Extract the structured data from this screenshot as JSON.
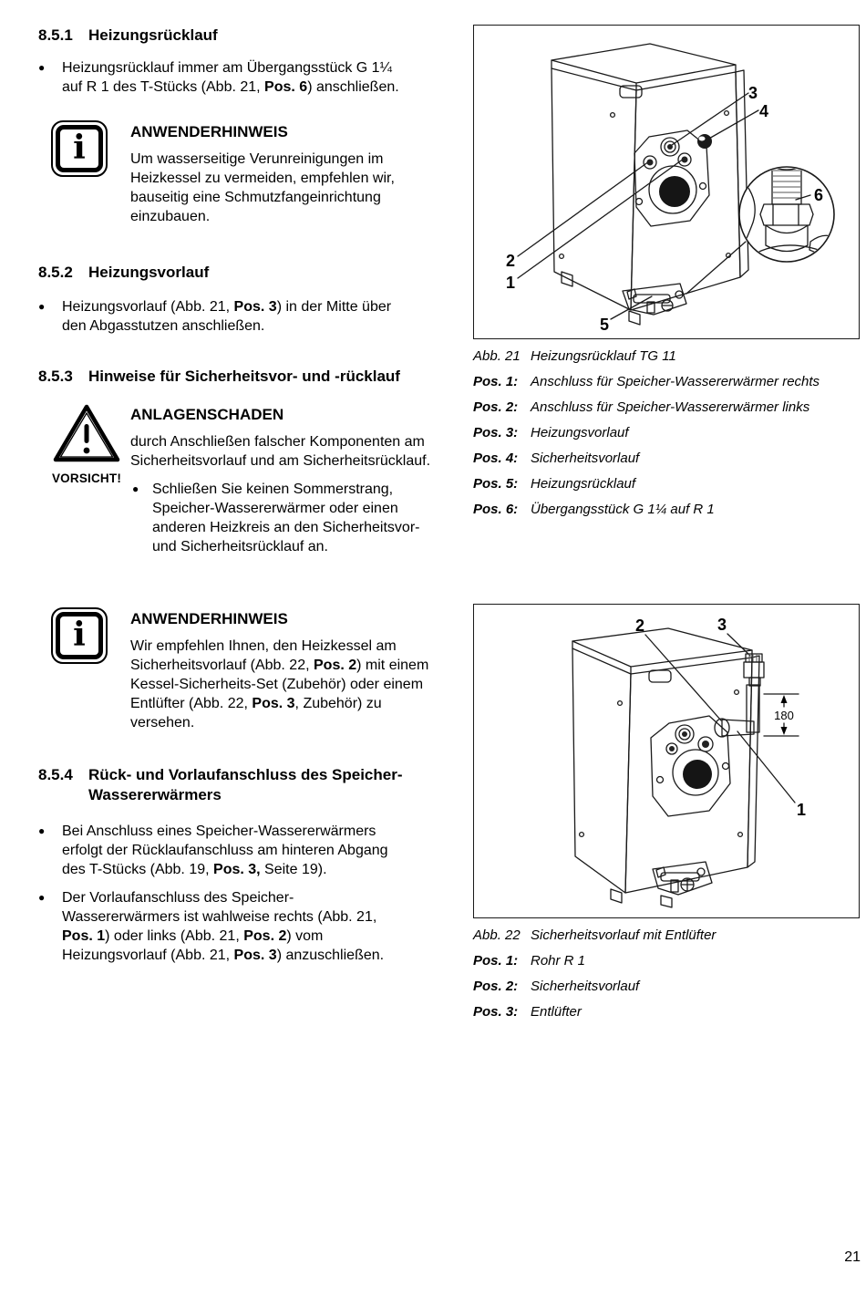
{
  "glyphs": {
    "bullet": "●",
    "info_i": "i"
  },
  "page": {
    "number": "21"
  },
  "sections": {
    "s851": {
      "num": "8.5.1",
      "title": "Heizungsrücklauf",
      "bullet": {
        "t1": "Heizungsrücklauf immer am Übergangsstück G 1¼ auf R 1 des T-Stücks (Abb. 21, ",
        "b1": "Pos. 6",
        "t2": ") anschließen."
      },
      "hint": {
        "title": "ANWENDERHINWEIS",
        "body": "Um wasserseitige Verunreinigungen im Heizkessel zu vermeiden, empfehlen wir, bauseitig eine Schmutzfangeinrichtung einzubauen."
      }
    },
    "s852": {
      "num": "8.5.2",
      "title": "Heizungsvorlauf",
      "bullet": {
        "t1": "Heizungsvorlauf (Abb. 21, ",
        "b1": "Pos. 3",
        "t2": ") in der Mitte über den Abgasstutzen anschließen."
      }
    },
    "s853": {
      "num": "8.5.3",
      "title": "Hinweise für Sicherheitsvor- und -rücklauf",
      "warning": {
        "label": "VORSICHT!",
        "title": "ANLAGENSCHADEN",
        "body": "durch Anschließen falscher Komponenten am Sicherheitsvorlauf und am Sicherheitsrücklauf.",
        "bullet": "Schließen Sie keinen Sommerstrang, Speicher-Wassererwärmer oder einen anderen Heizkreis an den Sicherheitsvor- und Sicherheitsrücklauf an."
      },
      "hint": {
        "title": "ANWENDERHINWEIS",
        "t1": "Wir empfehlen Ihnen, den Heizkessel am Sicherheitsvorlauf (Abb. 22, ",
        "b1": "Pos. 2",
        "t2": ") mit einem Kessel-Sicherheits-Set (Zubehör) oder einem Entlüfter (Abb. 22, ",
        "b2": "Pos. 3",
        "t3": ", Zubehör) zu versehen."
      }
    },
    "s854": {
      "num": "8.5.4",
      "title": "Rück- und Vorlaufanschluss des Speicher-Wassererwärmers",
      "bullet1": {
        "t1": "Bei Anschluss eines Speicher-Wassererwärmers erfolgt der Rücklaufanschluss am hinteren Abgang des T-Stücks (Abb. 19, ",
        "b1": "Pos. 3,",
        "t2": " Seite 19)."
      },
      "bullet2": {
        "t1": "Der Vorlaufanschluss des Speicher-Wassererwärmers ist wahlweise rechts (Abb. 21, ",
        "b1": "Pos. 1",
        "t2": ") oder links (Abb. 21, ",
        "b2": "Pos. 2",
        "t3": ") vom Heizungsvorlauf (Abb. 21, ",
        "b3": "Pos. 3",
        "t4": ") anzuschließen."
      }
    }
  },
  "fig21": {
    "caption_label": "Abb. 21",
    "caption_text": "Heizungsrücklauf TG 11",
    "callouts": {
      "n1": "1",
      "n2": "2",
      "n3": "3",
      "n4": "4",
      "n5": "5",
      "n6": "6"
    },
    "positions": [
      {
        "label": "Pos. 1:",
        "text": "Anschluss für Speicher-Wassererwärmer rechts"
      },
      {
        "label": "Pos. 2:",
        "text": "Anschluss für Speicher-Wassererwärmer links"
      },
      {
        "label": "Pos. 3:",
        "text": "Heizungsvorlauf"
      },
      {
        "label": "Pos. 4:",
        "text": "Sicherheitsvorlauf"
      },
      {
        "label": "Pos. 5:",
        "text": "Heizungsrücklauf"
      },
      {
        "label": "Pos. 6:",
        "text": "Übergangsstück G 1¼ auf R 1"
      }
    ]
  },
  "fig22": {
    "caption_label": "Abb. 22",
    "caption_text": "Sicherheitsvorlauf mit Entlüfter",
    "callouts": {
      "n1": "1",
      "n2": "2",
      "n3": "3"
    },
    "dimension": "180",
    "positions": [
      {
        "label": "Pos. 1:",
        "text": "Rohr R 1"
      },
      {
        "label": "Pos. 2:",
        "text": "Sicherheitsvorlauf"
      },
      {
        "label": "Pos. 3:",
        "text": "Entlüfter"
      }
    ]
  },
  "colors": {
    "ink": "#111111",
    "panel_light": "#e5e5e5",
    "panel_mid": "#c9c9c9"
  }
}
